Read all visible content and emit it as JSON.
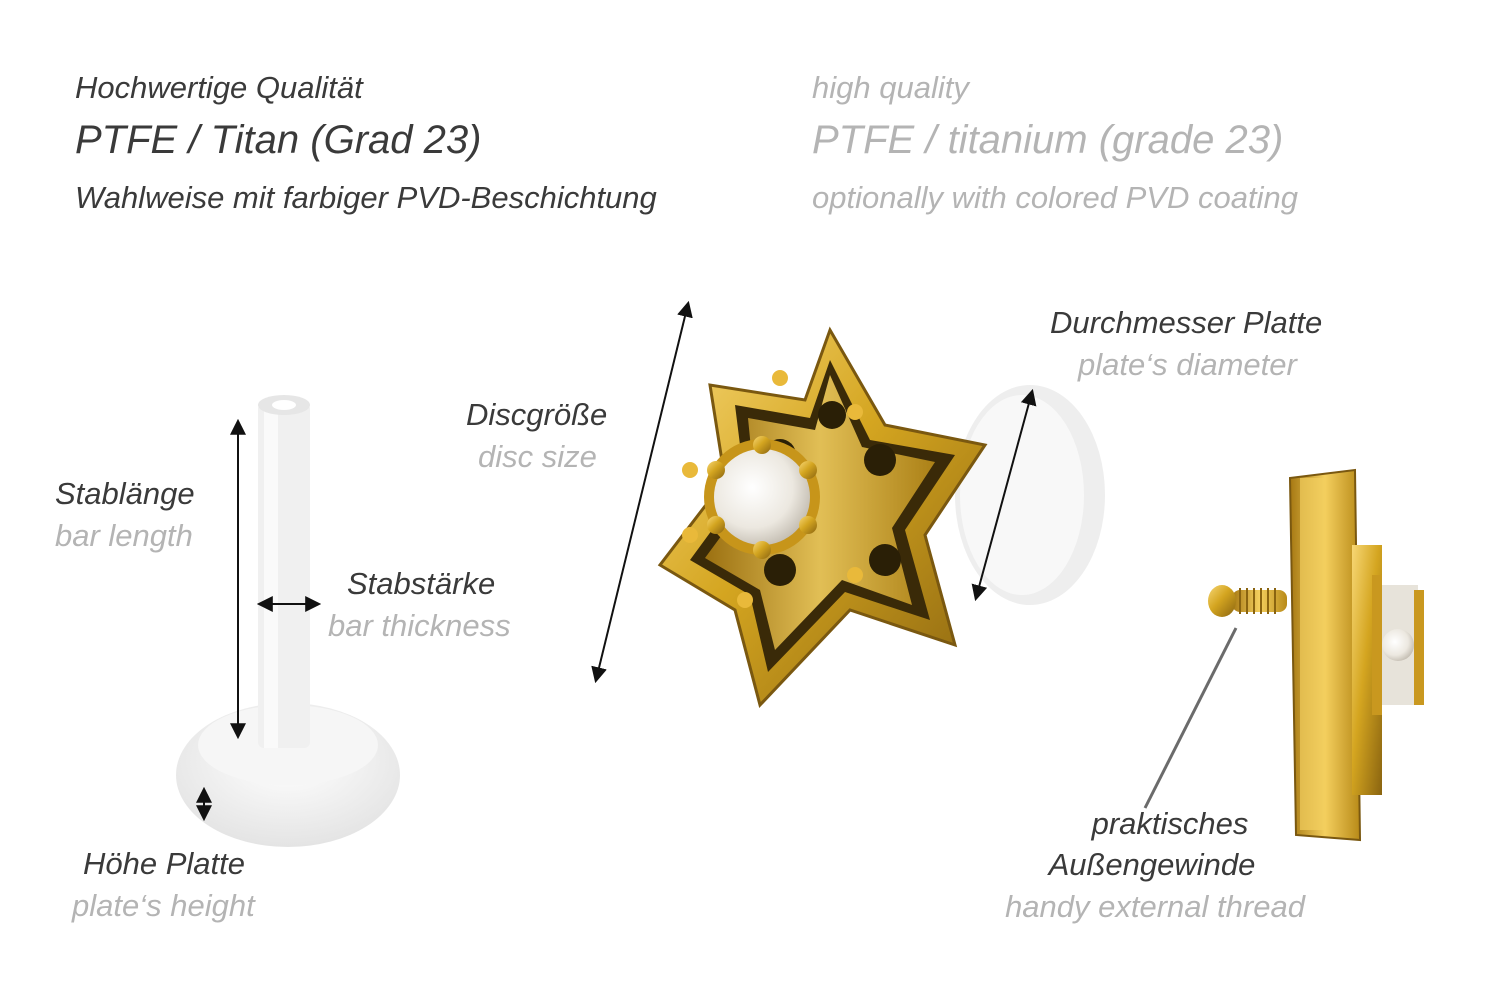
{
  "header": {
    "de": {
      "quality": "Hochwertige Qualität",
      "material": "PTFE / Titan (Grad 23)",
      "coating": "Wahlweise mit farbiger PVD-Beschichtung"
    },
    "en": {
      "quality": "high quality",
      "material": "PTFE / titanium (grade 23)",
      "coating": "optionally with colored PVD coating"
    }
  },
  "labels": {
    "bar_length": {
      "de": "Stablänge",
      "en": "bar length"
    },
    "bar_thickness": {
      "de": "Stabstärke",
      "en": "bar thickness"
    },
    "plate_height": {
      "de": "Höhe Platte",
      "en": "plate‘s height"
    },
    "disc_size": {
      "de": "Discgröße",
      "en": "disc size"
    },
    "plate_diameter": {
      "de": "Durchmesser Platte",
      "en": "plate‘s diameter"
    },
    "thread": {
      "de_line1": "praktisches",
      "de_line2": "Außengewinde",
      "en": "handy external thread"
    }
  },
  "colors": {
    "text_de": "#3a3a3a",
    "text_en": "#b4b4b4",
    "gold": "#d4a520",
    "ptfe": "#eeeeee"
  },
  "icons": [
    "ptfe-labret-post",
    "gold-star-flower-top",
    "gold-top-side-view",
    "dimension-arrow"
  ]
}
